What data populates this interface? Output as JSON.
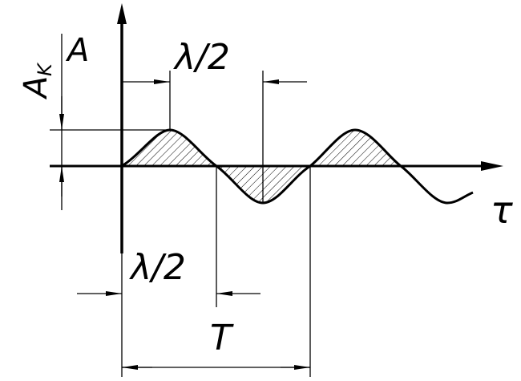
{
  "labels": {
    "amplitude": "A",
    "amplitude_k_base": "A",
    "amplitude_k_sub": "K",
    "half_wavelength_top": "λ/2",
    "half_wavelength_bottom": "λ/2",
    "period": "T",
    "time_axis": "τ"
  },
  "colors": {
    "ink": "#000000",
    "background": "#ffffff"
  }
}
